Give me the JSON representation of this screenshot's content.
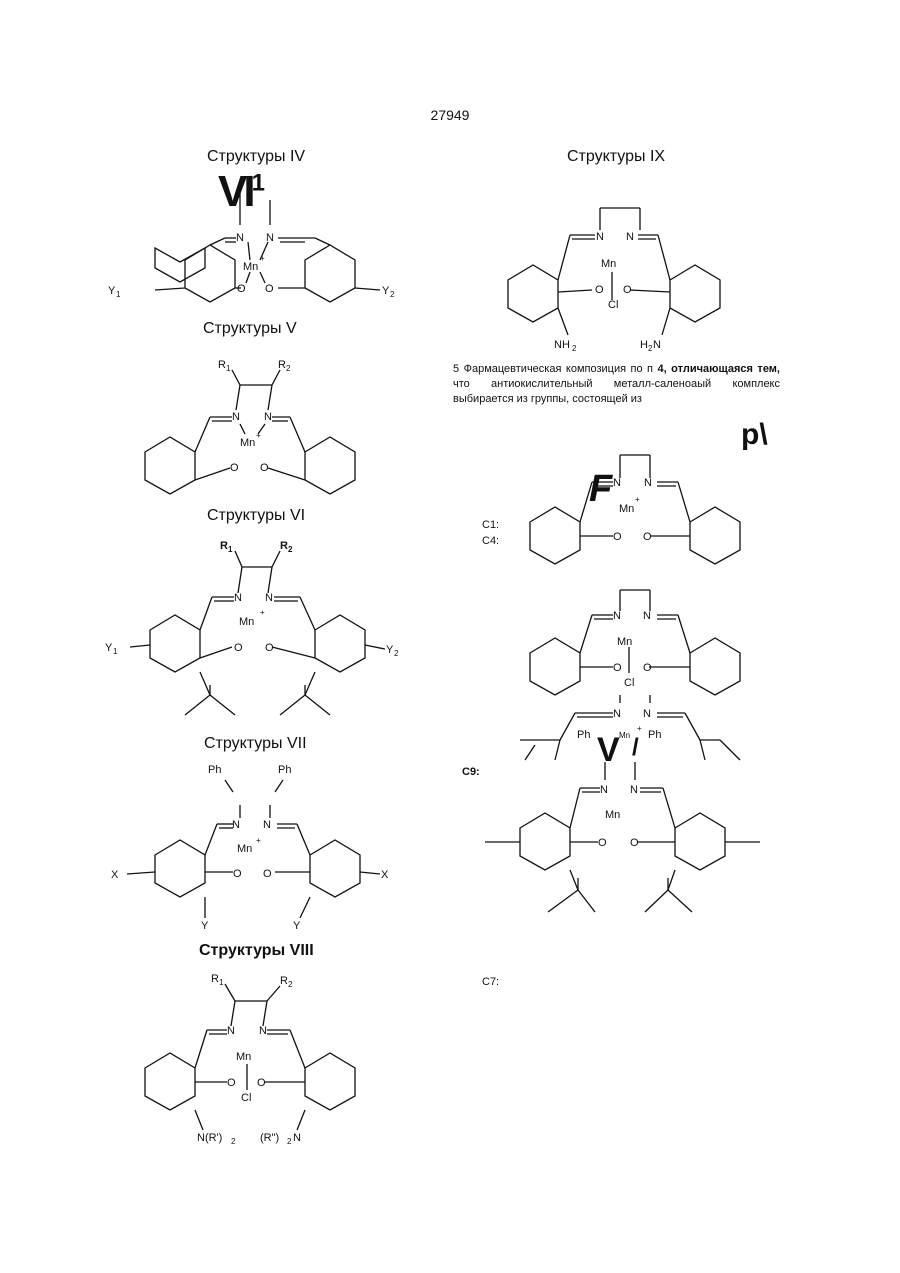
{
  "page_number": "27949",
  "headings": {
    "iv": "Структуры IV",
    "v": "Структуры V",
    "vi": "Структуры VI",
    "vii": "Структуры VII",
    "viii": "Структуры VIII",
    "ix": "Структуры IX"
  },
  "glyphs": {
    "vi_mark": "VI",
    "vi_sup": "1",
    "p_mark": "p\\",
    "f_mark": "F",
    "v_mark": "V",
    "slash_mark": "/"
  },
  "claim": {
    "number": "5",
    "lead": "Фармацевтическая композиция по п",
    "ref": "4, отличающаяся тем,",
    "rest": "что антиокислительный металл-саленоаый комплекс выбирается из группы, состоящей из"
  },
  "compound_labels": {
    "c1": "C1:",
    "c4": "C4:",
    "c9": "C9:",
    "c7": "C7:"
  },
  "atoms": {
    "N": "N",
    "Mn": "Mn",
    "O": "O",
    "Cl": "Cl",
    "Ph": "Ph",
    "X": "X",
    "Y": "Y",
    "Y1": "Y",
    "Y1_sub": "1",
    "Y2": "Y",
    "Y2_sub": "2",
    "R1": "R",
    "R1_sub": "1",
    "R2": "R",
    "R2_sub": "2",
    "NH2": "NH",
    "NH2_sub": "2",
    "H2N": "H",
    "H2N_sub": "2",
    "H2N_tail": "N",
    "plus": "+",
    "NR1": "N(R')",
    "NR1_sub": "2",
    "NR2": "(R\")",
    "NR2_sub": "2",
    "NR2_tail": "N"
  }
}
